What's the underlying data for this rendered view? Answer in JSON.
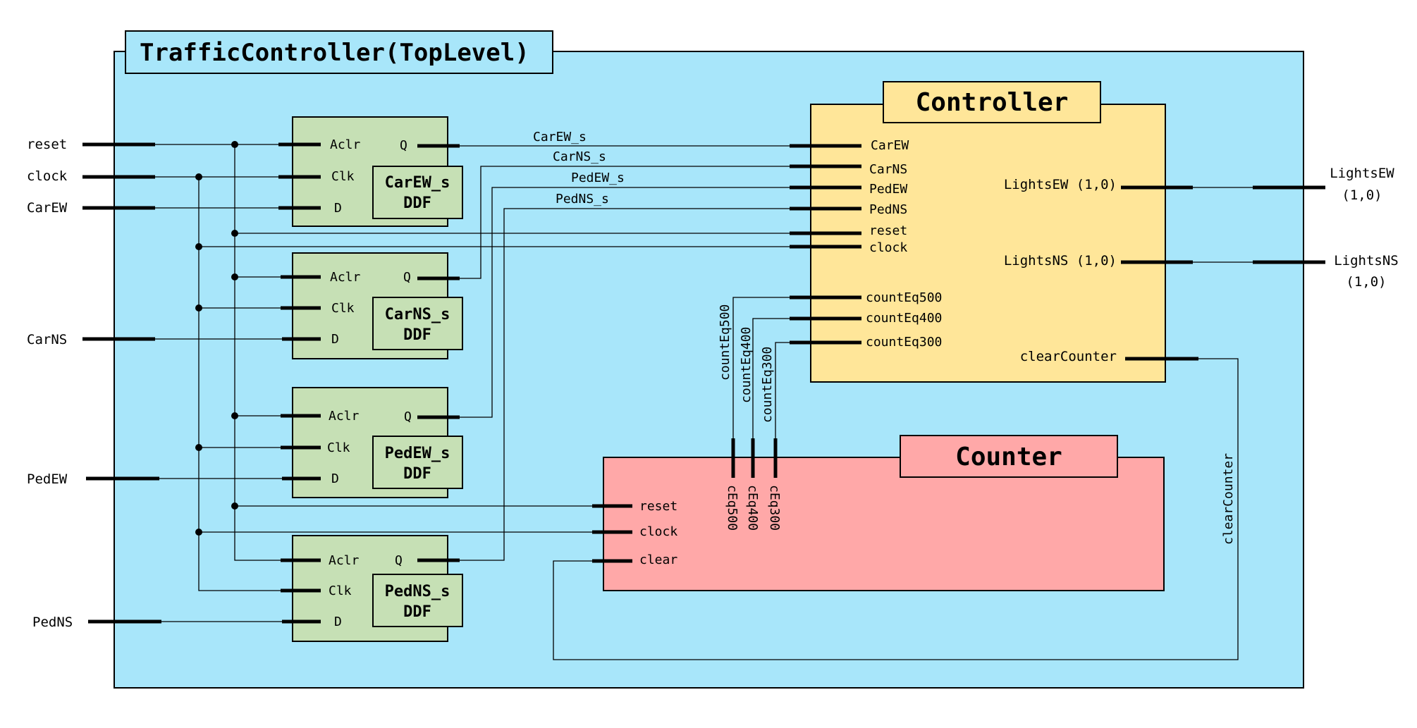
{
  "top": {
    "title": "TrafficController(TopLevel)"
  },
  "inputs": {
    "reset": "reset",
    "clock": "clock",
    "car_ew": "CarEW",
    "car_ns": "CarNS",
    "ped_ew": "PedEW",
    "ped_ns": "PedNS"
  },
  "outputs": {
    "lights_ew": [
      "LightsEW",
      "(1,0)"
    ],
    "lights_ns": [
      "LightsNS",
      "(1,0)"
    ]
  },
  "ddf_pins": {
    "aclr": "Aclr",
    "clk": "Clk",
    "d": "D",
    "q": "Q"
  },
  "ddfs": [
    {
      "name": "CarEW_s",
      "type": "DDF"
    },
    {
      "name": "CarNS_s",
      "type": "DDF"
    },
    {
      "name": "PedEW_s",
      "type": "DDF"
    },
    {
      "name": "PedNS_s",
      "type": "DDF"
    }
  ],
  "controller": {
    "title": "Controller",
    "pins": {
      "car_ew": "CarEW",
      "car_ns": "CarNS",
      "ped_ew": "PedEW",
      "ped_ns": "PedNS",
      "reset": "reset",
      "clock": "clock",
      "count_eq500": "countEq500",
      "count_eq400": "countEq400",
      "count_eq300": "countEq300"
    },
    "outputs": {
      "lights_ew": "LightsEW (1,0)",
      "lights_ns": "LightsNS (1,0)",
      "clear_counter": "clearCounter"
    }
  },
  "counter": {
    "title": "Counter",
    "pins": {
      "reset": "reset",
      "clock": "clock",
      "clear": "clear",
      "ceq500": "cEq500",
      "ceq400": "cEq400",
      "ceq300": "cEq300"
    }
  },
  "signals": {
    "car_ew_s": "CarEW_s",
    "car_ns_s": "CarNS_s",
    "ped_ew_s": "PedEW_s",
    "ped_ns_s": "PedNS_s",
    "count_eq500": "countEq500",
    "count_eq400": "countEq400",
    "count_eq300": "countEq300",
    "clear_counter": "clearCounter"
  },
  "colors": {
    "toplevel_fill": "#a8e6fa",
    "ddf_fill": "#c6e0b5",
    "controller_fill": "#ffe699",
    "counter_fill": "#ffa8a8"
  }
}
